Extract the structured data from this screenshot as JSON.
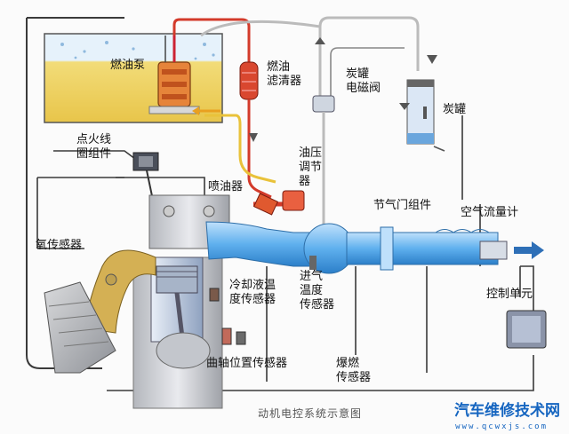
{
  "labels": {
    "fuel_pump": "燃油泵",
    "fuel_filter": "燃油\n滤清器",
    "canister_valve": "炭罐\n电磁阀",
    "canister": "炭罐",
    "ignition_coil": "点火线\n圈组件",
    "pressure_regulator": "油压\n调节器",
    "injector": "喷油器",
    "throttle": "节气门组件",
    "airflow_meter": "空气流量计",
    "o2_sensor": "氧传感器",
    "intake_temp": "进气\n温度\n传感器",
    "coolant_temp": "冷却液温\n度传感器",
    "control_unit": "控制单元",
    "crank_sensor": "曲轴位置传感器",
    "knock_sensor": "爆燃\n传感器"
  },
  "caption": "动机电控系统示意图",
  "watermark": {
    "brand": "汽车维修技术网",
    "url": "www.qcwxjs.com"
  }
}
